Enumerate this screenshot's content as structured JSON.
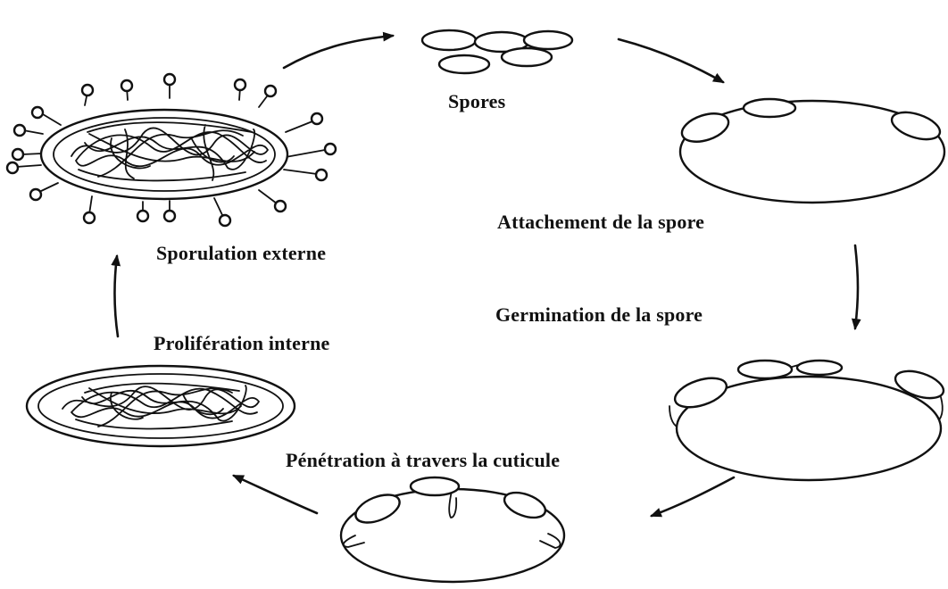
{
  "labels": {
    "spores": "Spores",
    "attachment": "Attachement de la spore",
    "germination": "Germination de la spore",
    "penetration": "Pénétration à travers la cuticule",
    "proliferation": "Prolifération interne",
    "sporulation": "Sporulation externe"
  },
  "colors": {
    "ink": "#111111",
    "background": "#ffffff"
  }
}
